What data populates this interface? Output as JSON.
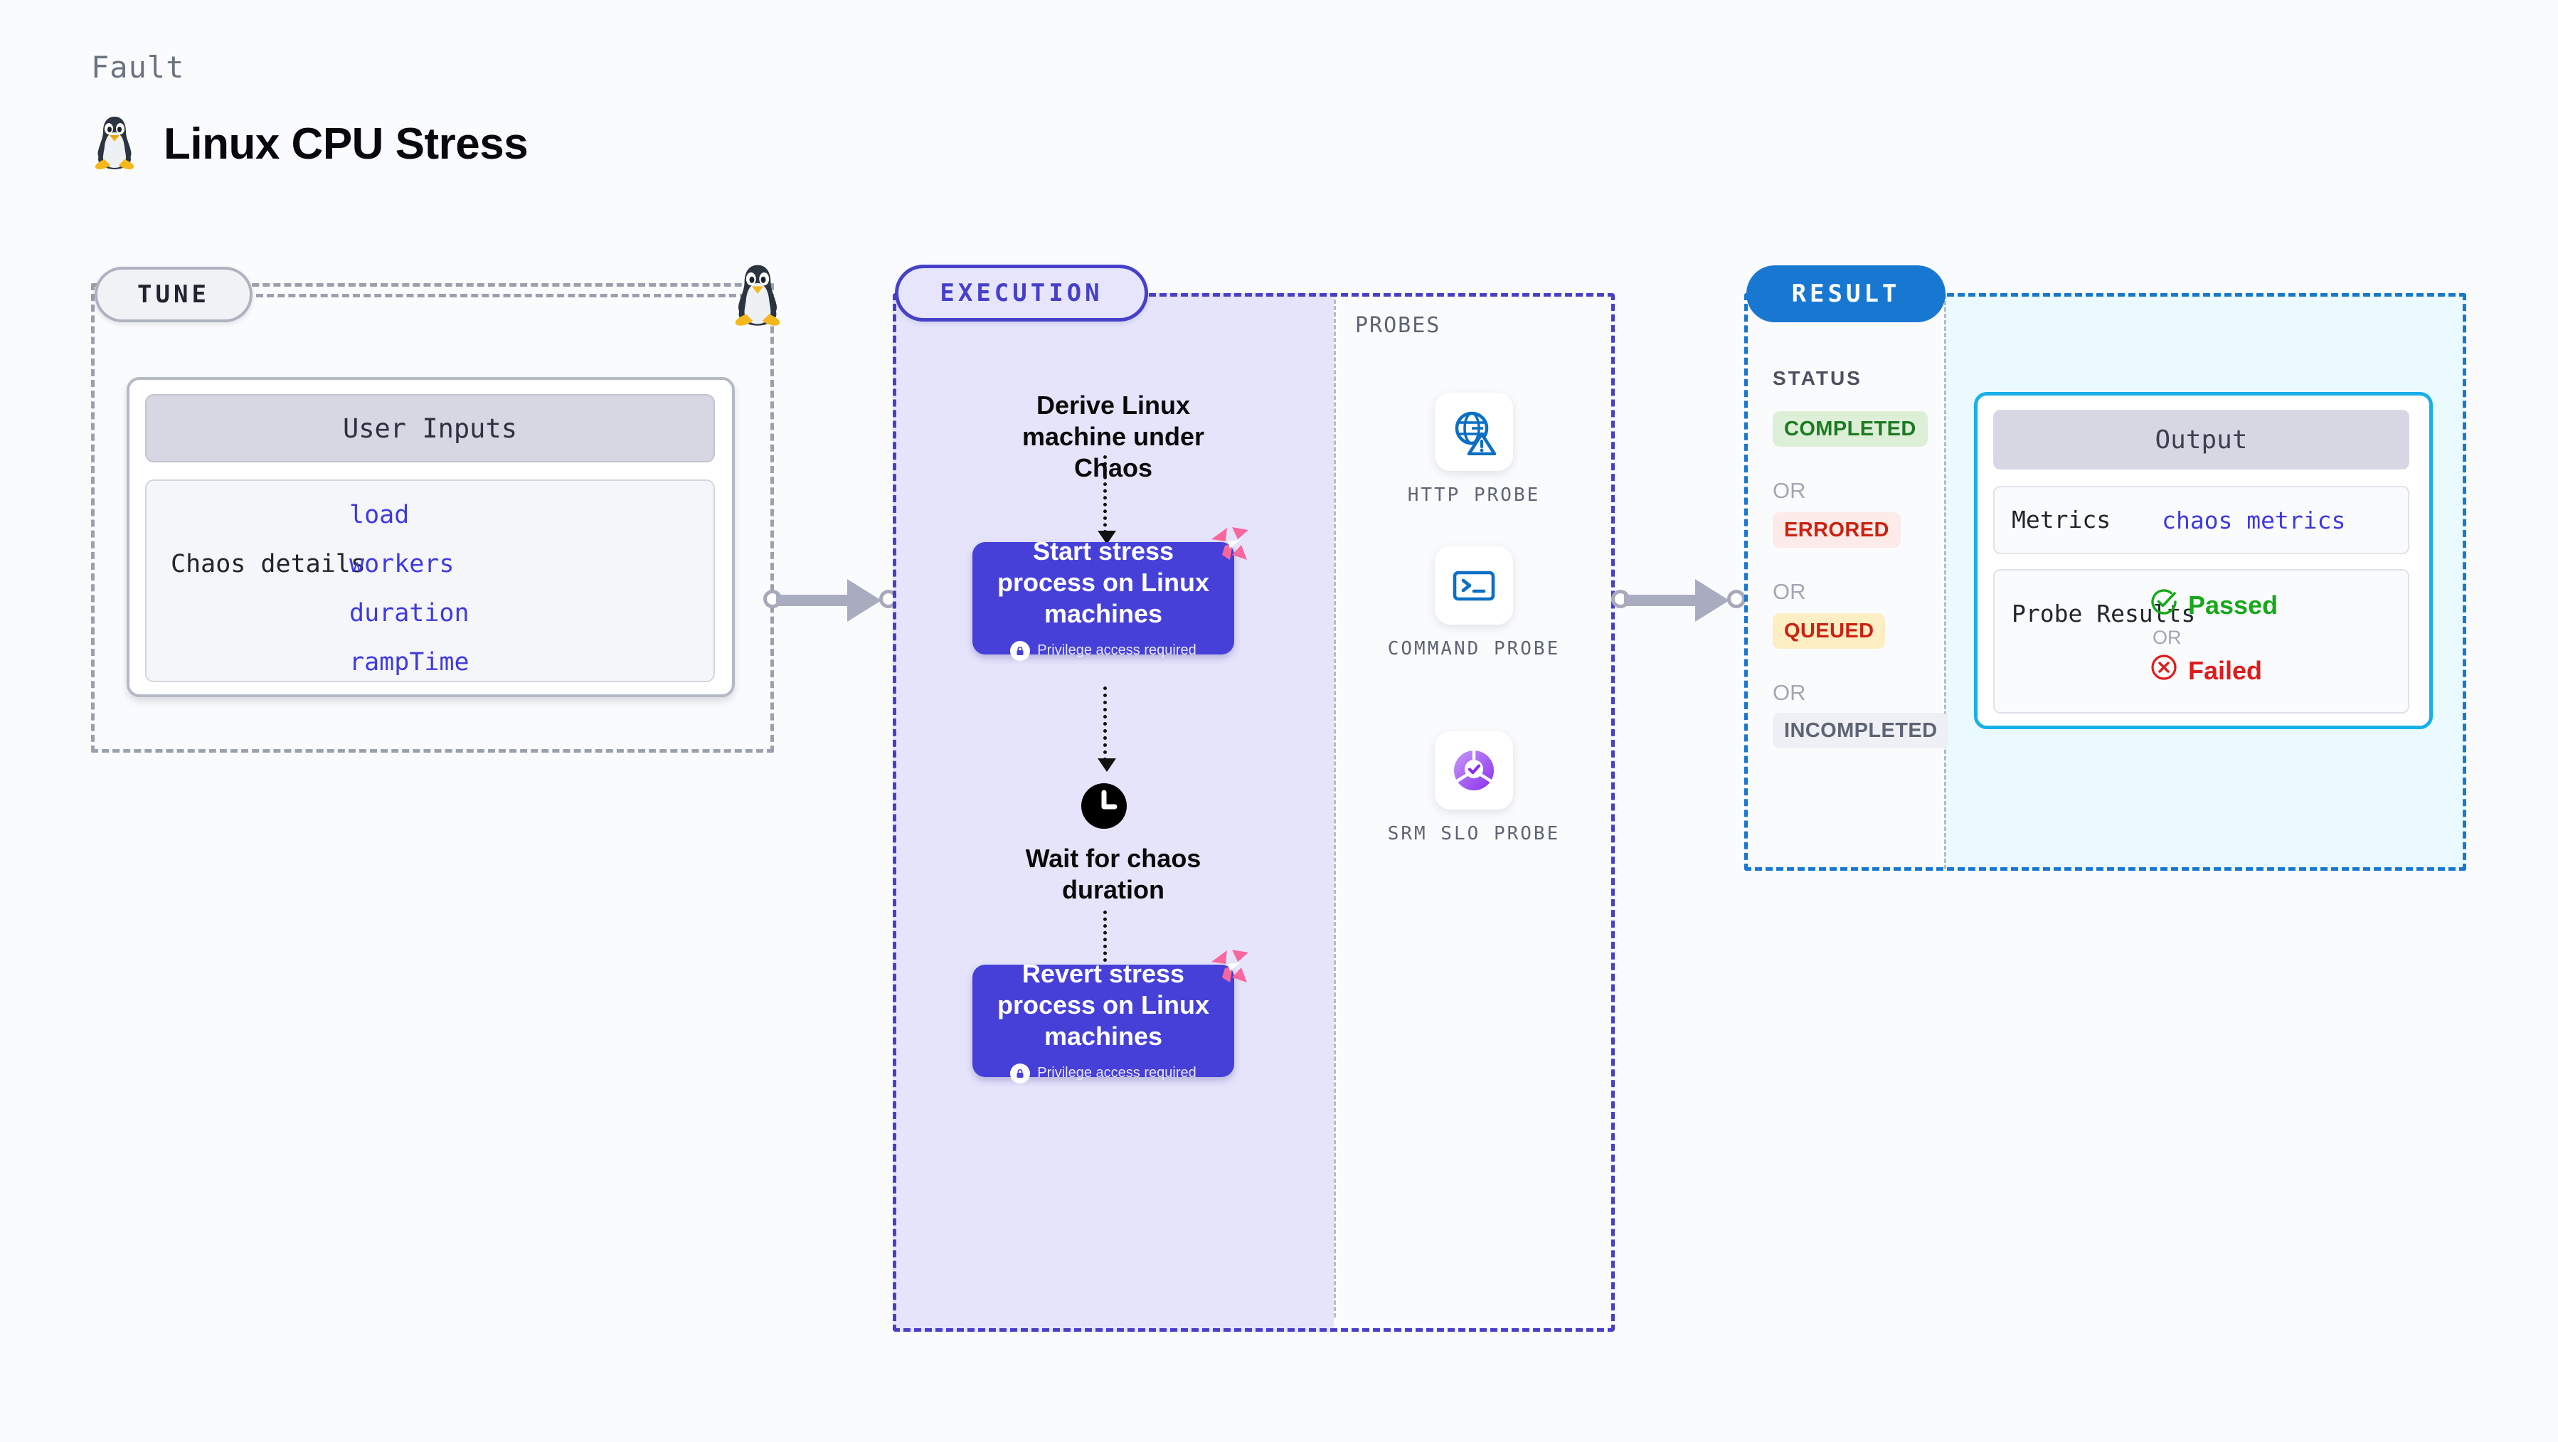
{
  "header": {
    "kicker": "Fault",
    "title": "Linux CPU Stress",
    "icon": "tux-penguin-icon"
  },
  "tune": {
    "pill_label": "TUNE",
    "card": {
      "header": "User Inputs",
      "row_label": "Chaos details",
      "params": [
        "load",
        "workers",
        "duration",
        "rampTime"
      ]
    }
  },
  "execution": {
    "pill_label": "EXECUTION",
    "steps": [
      {
        "type": "text",
        "label": "Derive Linux machine under Chaos"
      },
      {
        "type": "card",
        "label": "Start stress process on Linux machines",
        "note": "Privilege access required",
        "badge": "harness-logo-icon"
      },
      {
        "type": "wait",
        "label": "Wait for chaos duration",
        "icon": "clock-icon"
      },
      {
        "type": "card",
        "label": "Revert stress process on Linux machines",
        "note": "Privilege access required",
        "badge": "harness-logo-icon"
      }
    ]
  },
  "probes": {
    "section_label": "PROBES",
    "items": [
      {
        "name": "HTTP PROBE",
        "icon": "globe-warning-icon"
      },
      {
        "name": "COMMAND PROBE",
        "icon": "terminal-icon"
      },
      {
        "name": "SRM SLO PROBE",
        "icon": "slo-donut-check-icon"
      }
    ]
  },
  "result": {
    "pill_label": "RESULT",
    "status": {
      "section_label": "STATUS",
      "or_label": "OR",
      "badges": [
        {
          "label": "COMPLETED",
          "bg": "#deefd7",
          "fg": "#1d7a22"
        },
        {
          "label": "ERRORED",
          "bg": "#fdebe9",
          "fg": "#cc2211"
        },
        {
          "label": "QUEUED",
          "bg": "#fdeec4",
          "fg": "#cc2211"
        },
        {
          "label": "INCOMPLETED",
          "bg": "#eff0f5",
          "fg": "#5d6474"
        }
      ]
    },
    "output": {
      "header": "Output",
      "metrics_label": "Metrics",
      "metrics_value": "chaos metrics",
      "probe_results_label": "Probe Results",
      "passed_label": "Passed",
      "failed_label": "Failed",
      "or_label": "OR"
    }
  },
  "colors": {
    "background": "#fafbfd",
    "execution_accent": "#4640c9",
    "execution_fill": "#e5e4fb",
    "result_accent": "#1878d1",
    "output_accent": "#17b0e8",
    "output_fill": "#ebfaff",
    "tune_accent": "#9aa0ae",
    "card_purple": "#4640d9",
    "param_blue": "#3f3ae0",
    "passed_green": "#17a81a",
    "failed_red": "#e01b1b",
    "harness_pink": "#f9679c"
  }
}
